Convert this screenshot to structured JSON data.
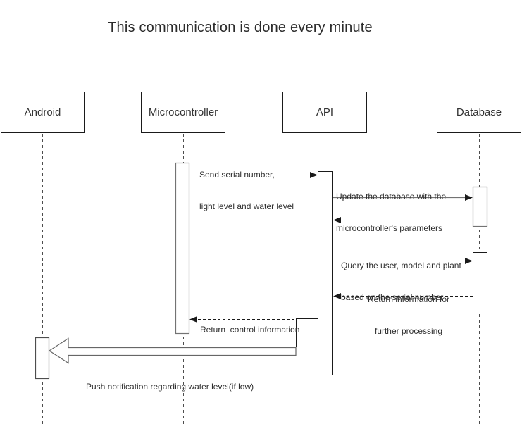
{
  "title": "This communication is done every minute",
  "actors": [
    {
      "name": "Android"
    },
    {
      "name": "Microcontroller"
    },
    {
      "name": "API"
    },
    {
      "name": "Database"
    }
  ],
  "messages": [
    {
      "line1": "Send serial number,",
      "line2": "light level and water level",
      "from": "Microcontroller",
      "to": "API",
      "style": "solid"
    },
    {
      "line1": "Update the database with the",
      "line2": "microcontroller's parameters",
      "from": "API",
      "to": "Database",
      "style": "solid"
    },
    {
      "line1": "",
      "line2": "",
      "from": "Database",
      "to": "API",
      "style": "dashed-return"
    },
    {
      "line1": "Query the user, model and plant",
      "line2": "based on the serial number",
      "from": "API",
      "to": "Database",
      "style": "solid"
    },
    {
      "line1": "Return information for",
      "line2": "further processing",
      "from": "Database",
      "to": "API",
      "style": "dashed-return"
    },
    {
      "line1": "Return  control information",
      "line2": "",
      "from": "API",
      "to": "Microcontroller",
      "style": "dashed-return"
    },
    {
      "line1": "Push notification regarding water level(if low)",
      "line2": "",
      "from": "API",
      "to": "Android",
      "style": "big-open-arrow"
    }
  ],
  "colors": {
    "background": "#ffffff",
    "stroke_dark": "#1a1a1a",
    "stroke_grey": "#737373",
    "text": "#333333"
  }
}
